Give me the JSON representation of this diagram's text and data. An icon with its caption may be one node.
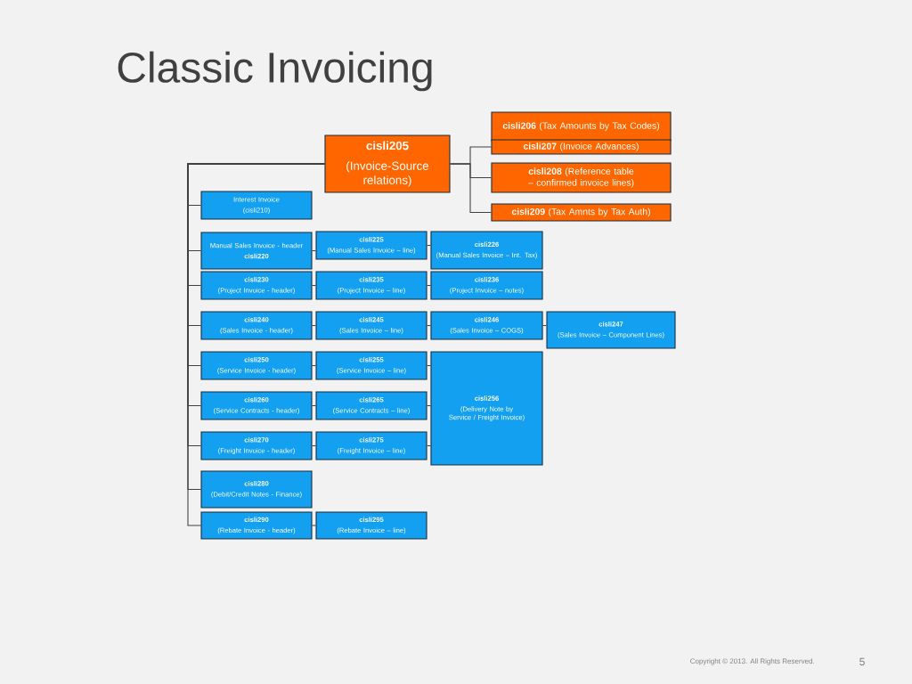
{
  "diagram": {
    "title": "Classic Invoicing",
    "nodes": [
      {
        "text": [
          "cisli205",
          "(Invoice-Source relations)"
        ]
      },
      {
        "text": [
          "**cisli206** (Tax Amounts by Tax Codes)"
        ]
      },
      {
        "text": [
          "**cisli207** (Invoice Advances)"
        ]
      },
      {
        "text": [
          "**cisli208** (Reference table – confirmed invoice lines)"
        ]
      },
      {
        "text": [
          "**cisli209** (Tax Amnts by Tax Auth)"
        ]
      },
      {
        "text": [
          "Interest Invoice",
          "(cisli210)"
        ]
      },
      {
        "text": [
          "Manual Sales Invoice - header",
          "cisli220"
        ]
      },
      {
        "text": [
          "cisli225",
          "(Manual Sales Invoice – line)"
        ]
      },
      {
        "text": [
          "cisli226",
          "(Manual Sales Invoice – Int. Tax)"
        ]
      },
      {
        "text": [
          "cisli230",
          "(Project Invoice - header)"
        ]
      },
      {
        "text": [
          "cisli235",
          "(Project Invoice – line)"
        ]
      },
      {
        "text": [
          "cisli236",
          "(Project Invoice – notes)"
        ]
      },
      {
        "text": [
          "cisli240",
          "(Sales Invoice - header)"
        ]
      },
      {
        "text": [
          "cisli245",
          "(Sales Invoice – line)"
        ]
      },
      {
        "text": [
          "cisli246",
          "(Sales Invoice – COGS)"
        ]
      },
      {
        "text": [
          "cisli247",
          "(Sales Invoice – Component Lines)"
        ]
      },
      {
        "text": [
          "cisli250",
          "(Service Invoice - header)"
        ]
      },
      {
        "text": [
          "cisli255",
          "(Service Invoice – line)"
        ]
      },
      {
        "text": [
          "cisli256",
          "(Delivery Note by Service / Freight Invoice)"
        ]
      },
      {
        "text": [
          "cisli260",
          "(Service Contracts - header)"
        ]
      },
      {
        "text": [
          "cisli265",
          "(Service Contracts – line)"
        ]
      },
      {
        "text": [
          "cisli270",
          "(Freight Invoice - header)"
        ]
      },
      {
        "text": [
          "cisli275",
          "(Freight  Invoice – line)"
        ]
      },
      {
        "text": [
          "cisli280",
          "(Debit/Credit Notes - Finance)"
        ]
      },
      {
        "text": [
          "cisli290",
          "(Rebate Invoice - header)"
        ]
      },
      {
        "text": [
          "cisli295",
          "(Rebate  Invoice – line)"
        ]
      }
    ],
    "edges": [
      {
        "from": 0,
        "to": 2,
        "arrow": "none"
      },
      {
        "from": 0,
        "to": 3,
        "arrow": "none"
      },
      {
        "from": 0,
        "to": 4,
        "arrow": "none"
      },
      {
        "from": 0,
        "to": 5,
        "arrow": "none"
      },
      {
        "from": 0,
        "to": 6,
        "arrow": "none"
      },
      {
        "from": 0,
        "to": 9,
        "arrow": "none"
      },
      {
        "from": 0,
        "to": 12,
        "arrow": "none"
      },
      {
        "from": 0,
        "to": 16,
        "arrow": "none"
      },
      {
        "from": 0,
        "to": 19,
        "arrow": "none"
      },
      {
        "from": 0,
        "to": 21,
        "arrow": "none"
      },
      {
        "from": 0,
        "to": 23,
        "arrow": "none"
      },
      {
        "from": 0,
        "to": 24,
        "arrow": "none"
      },
      {
        "from": 6,
        "to": 7,
        "arrow": "none"
      },
      {
        "from": 7,
        "to": 8,
        "arrow": "none"
      },
      {
        "from": 9,
        "to": 10,
        "arrow": "none"
      },
      {
        "from": 10,
        "to": 11,
        "arrow": "none"
      },
      {
        "from": 12,
        "to": 13,
        "arrow": "none"
      },
      {
        "from": 13,
        "to": 14,
        "arrow": "none"
      },
      {
        "from": 14,
        "to": 15,
        "arrow": "none"
      },
      {
        "from": 16,
        "to": 17,
        "arrow": "none"
      },
      {
        "from": 17,
        "to": 18,
        "arrow": "none"
      },
      {
        "from": 19,
        "to": 20,
        "arrow": "none"
      },
      {
        "from": 20,
        "to": 18,
        "arrow": "none"
      },
      {
        "from": 21,
        "to": 22,
        "arrow": "none"
      },
      {
        "from": 22,
        "to": 18,
        "arrow": "none"
      },
      {
        "from": 24,
        "to": 25,
        "arrow": "none"
      }
    ],
    "labels": [
      "Copyright © 2013. All Rights Reserved.",
      "5"
    ]
  }
}
